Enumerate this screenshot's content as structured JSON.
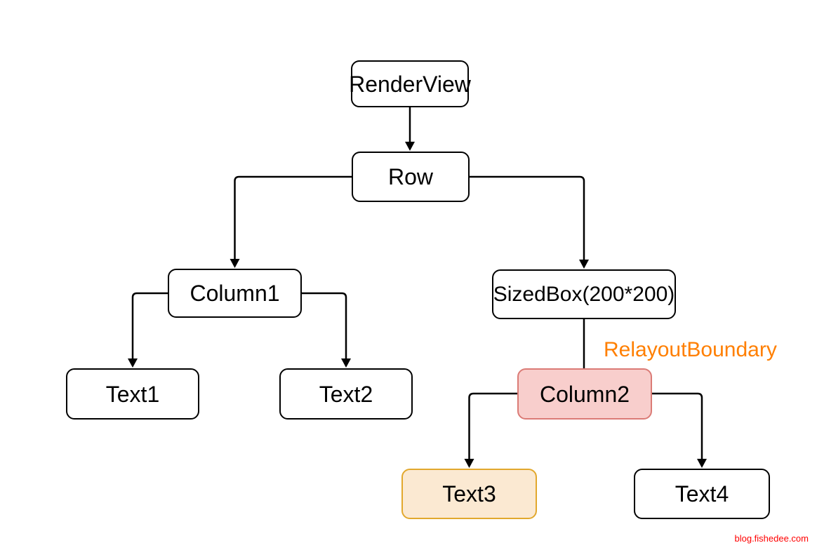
{
  "diagram": {
    "nodes": {
      "renderview": {
        "label": "RenderView"
      },
      "row": {
        "label": "Row"
      },
      "column1": {
        "label": "Column1"
      },
      "sizedbox": {
        "label": "SizedBox(200*200)"
      },
      "text1": {
        "label": "Text1"
      },
      "text2": {
        "label": "Text2"
      },
      "column2": {
        "label": "Column2",
        "fill_color": "#f8cecc",
        "border_color": "#db7b76"
      },
      "text3": {
        "label": "Text3",
        "fill_color": "#fbe9d2",
        "border_color": "#e2a82d"
      },
      "text4": {
        "label": "Text4"
      }
    },
    "edges": [
      {
        "from": "RenderView",
        "to": "Row",
        "arrow": true
      },
      {
        "from": "Row",
        "to": "Column1",
        "arrow": true
      },
      {
        "from": "Row",
        "to": "SizedBox(200*200)",
        "arrow": true
      },
      {
        "from": "Column1",
        "to": "Text1",
        "arrow": true
      },
      {
        "from": "Column1",
        "to": "Text2",
        "arrow": true
      },
      {
        "from": "SizedBox(200*200)",
        "to": "Column2",
        "arrow": false
      },
      {
        "from": "Column2",
        "to": "Text3",
        "arrow": true
      },
      {
        "from": "Column2",
        "to": "Text4",
        "arrow": true
      }
    ],
    "annotation": {
      "text": "RelayoutBoundary",
      "color": "#ff7f00"
    },
    "watermark": {
      "text": "blog.fishedee.com",
      "color": "#ff0000"
    },
    "colors": {
      "node_border_default": "#000000",
      "node_fill_default": "#ffffff",
      "edge": "#000000",
      "highlight_pink_fill": "#f8cecc",
      "highlight_pink_border": "#db7b76",
      "highlight_orange_fill": "#fbe9d2",
      "highlight_orange_border": "#e2a82d"
    }
  }
}
